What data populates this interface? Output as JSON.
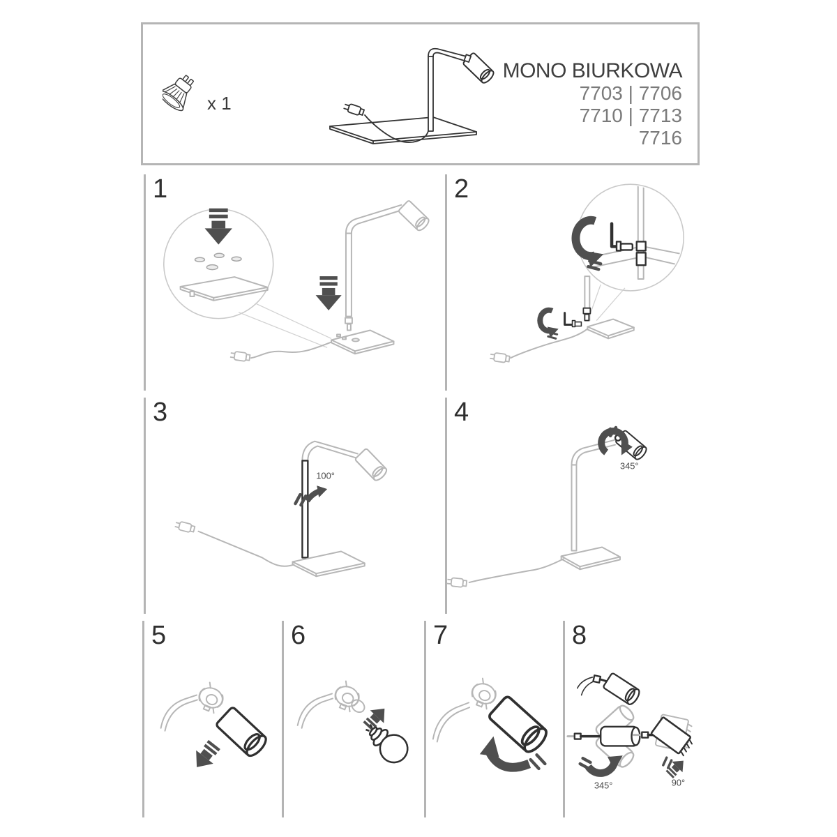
{
  "header": {
    "title": "MONO BIURKOWA",
    "model_lines": [
      "7703 | 7706",
      "7710 | 7713",
      "7716"
    ],
    "quantity_label": "x 1"
  },
  "steps": [
    {
      "number": "1"
    },
    {
      "number": "2"
    },
    {
      "number": "3",
      "angle_label": "100°"
    },
    {
      "number": "4",
      "angle_label": "345°"
    },
    {
      "number": "5"
    },
    {
      "number": "6"
    },
    {
      "number": "7"
    },
    {
      "number": "8",
      "rotate_label": "345°",
      "tilt_label": "90°"
    }
  ],
  "colors": {
    "line_light": "#b6b6b6",
    "line_dark": "#303030",
    "arrow": "#4f4f4f",
    "divider": "#b4b4b4",
    "border": "#b5b5b5",
    "title": "#3f3f3f",
    "models": "#7a7a7a",
    "label": "#4a4a4a"
  }
}
